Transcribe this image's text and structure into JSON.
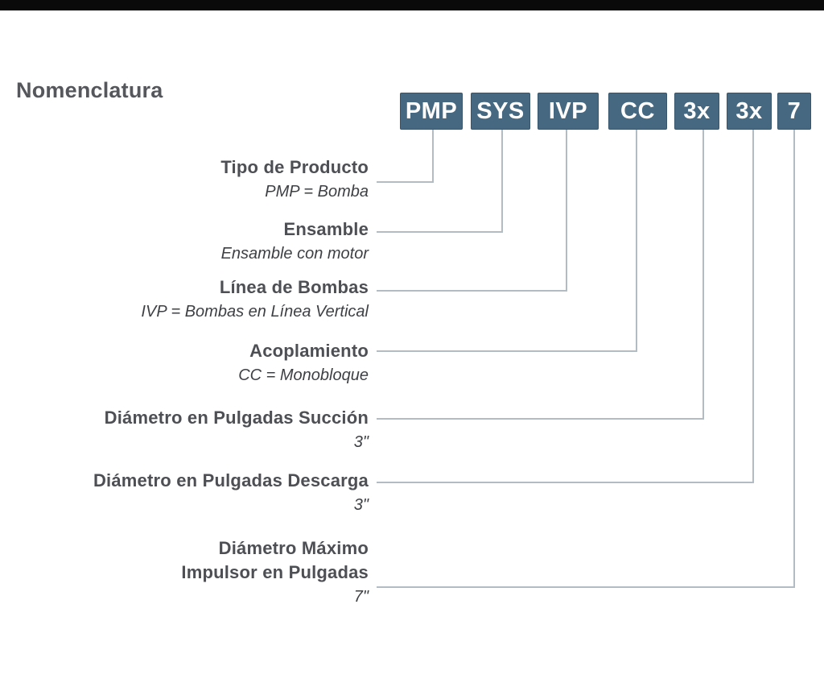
{
  "title": "Nomenclatura",
  "product_code": "PMP SYS IVP CC 3x 3x 7",
  "code_segments": [
    {
      "code": "PMP",
      "label": "Tipo de Producto",
      "sublabel": "PMP = Bomba"
    },
    {
      "code": "SYS",
      "label": "Ensamble",
      "sublabel": "Ensamble con motor"
    },
    {
      "code": "IVP",
      "label": "Línea de Bombas",
      "sublabel": "IVP = Bombas en Línea Vertical"
    },
    {
      "code": "CC",
      "label": "Acoplamiento",
      "sublabel": "CC = Monobloque"
    },
    {
      "code": "3x",
      "label": "Diámetro en Pulgadas Succión",
      "sublabel": "3\""
    },
    {
      "code": "3x",
      "label": "Diámetro en Pulgadas Descarga",
      "sublabel": "3\""
    },
    {
      "code": "7",
      "label": "Diámetro Máximo\nImpulsor en Pulgadas",
      "sublabel": "7\""
    }
  ],
  "colors": {
    "box_fill": "#466880",
    "box_text": "#ffffff",
    "label_text": "#4d4f54",
    "sublabel_text": "#3e4044",
    "connector": "#b3bcc3",
    "title_text": "#55575c",
    "letterbox_bar": "#0a0a0a"
  }
}
